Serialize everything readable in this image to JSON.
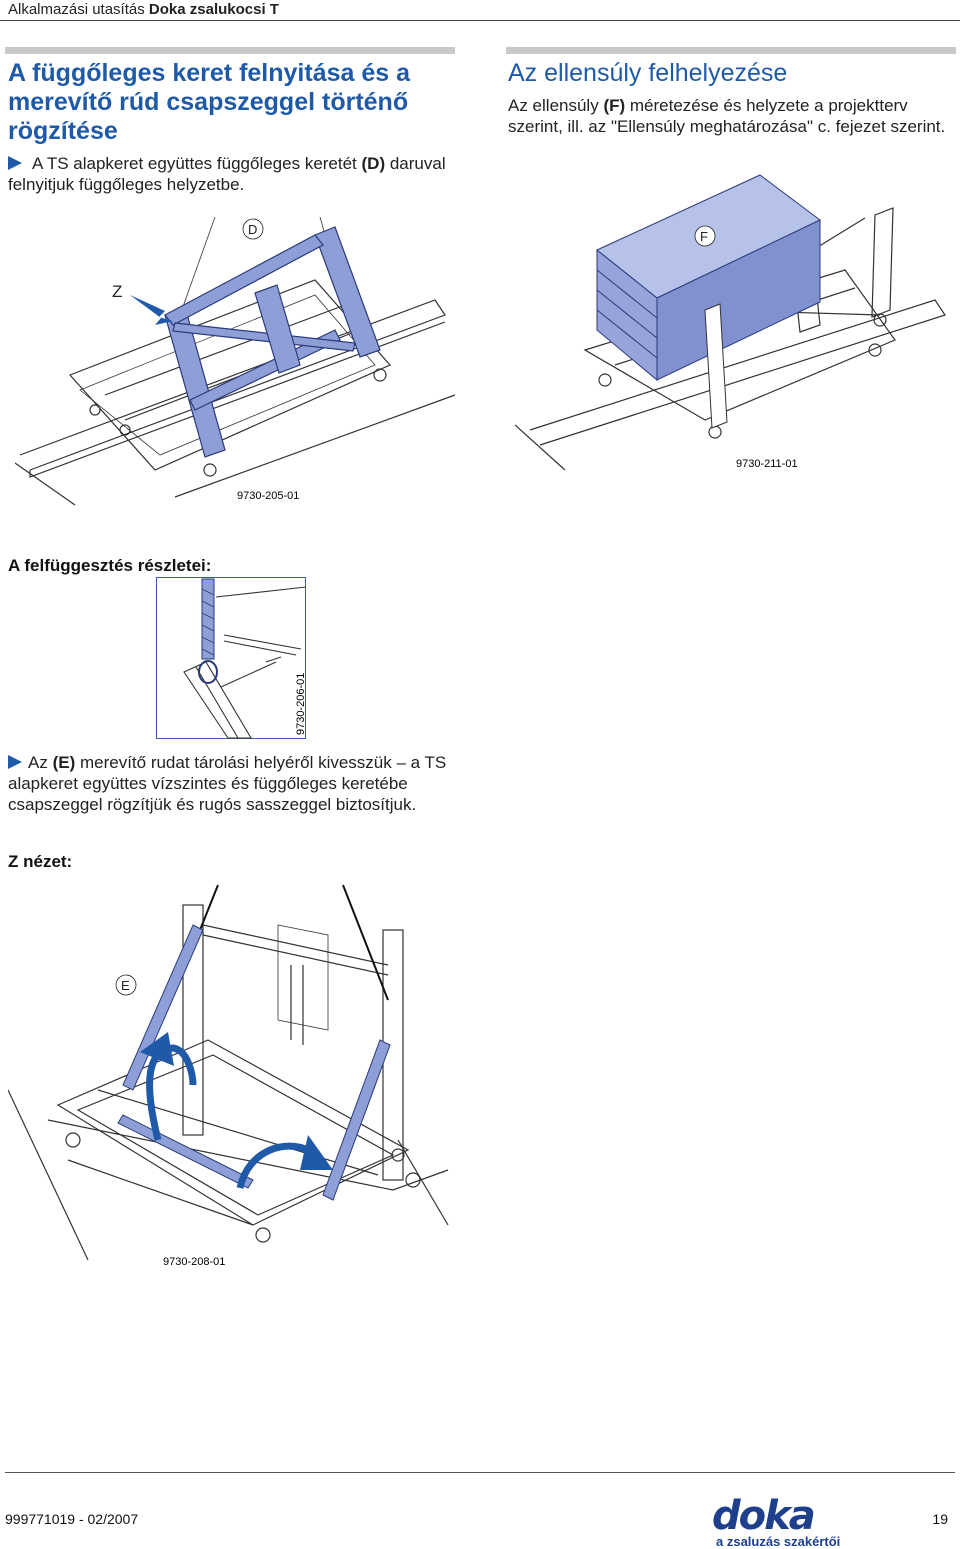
{
  "header": {
    "prefix": "Alkalmazási utasítás",
    "product": "Doka zsalukocsi T"
  },
  "left_section": {
    "title": "A függőleges keret felnyitása és a merevítő rúd csapszeggel történő rögzítése",
    "step1_a": "A TS alapkeret együttes függőleges keretét ",
    "step1_label": "(D)",
    "step1_b": " daruval felnyitjuk függőleges helyzetbe."
  },
  "right_section": {
    "title": "Az ellensúly felhelyezése",
    "para_a": "Az ellensúly ",
    "para_label": "(F)",
    "para_b": " méretezése és helyzete a projektterv szerint, ill. az \"Ellensúly meghatározása\" c. fejezet szerint."
  },
  "figures": {
    "fig1": {
      "callout_d": "D",
      "callout_z": "Z",
      "code": "9730-205-01"
    },
    "fig2": {
      "callout_f": "F",
      "code": "9730-211-01"
    },
    "fig3": {
      "code": "9730-206-01"
    },
    "fig4": {
      "callout_e": "E",
      "code": "9730-208-01"
    }
  },
  "detail_heading": "A felfüggesztés részletei:",
  "step2": {
    "a": "Az ",
    "label": "(E)",
    "b": " merevítő rudat tárolási helyéről kivesszük – a TS alapkeret együttes vízszintes és függőleges keretébe csapszeggel rögzítjük és rugós sasszeggel biztosítjuk."
  },
  "z_heading": "Z nézet:",
  "footer": {
    "doc_code": "999771019 - 02/2007",
    "page": "19",
    "logo_word": "doka",
    "logo_tag": "a zsaluzás szakértői"
  },
  "colors": {
    "accent": "#1f5aa8",
    "frame_blue": "#8e9ed6",
    "logo_blue": "#1d3f8c"
  }
}
